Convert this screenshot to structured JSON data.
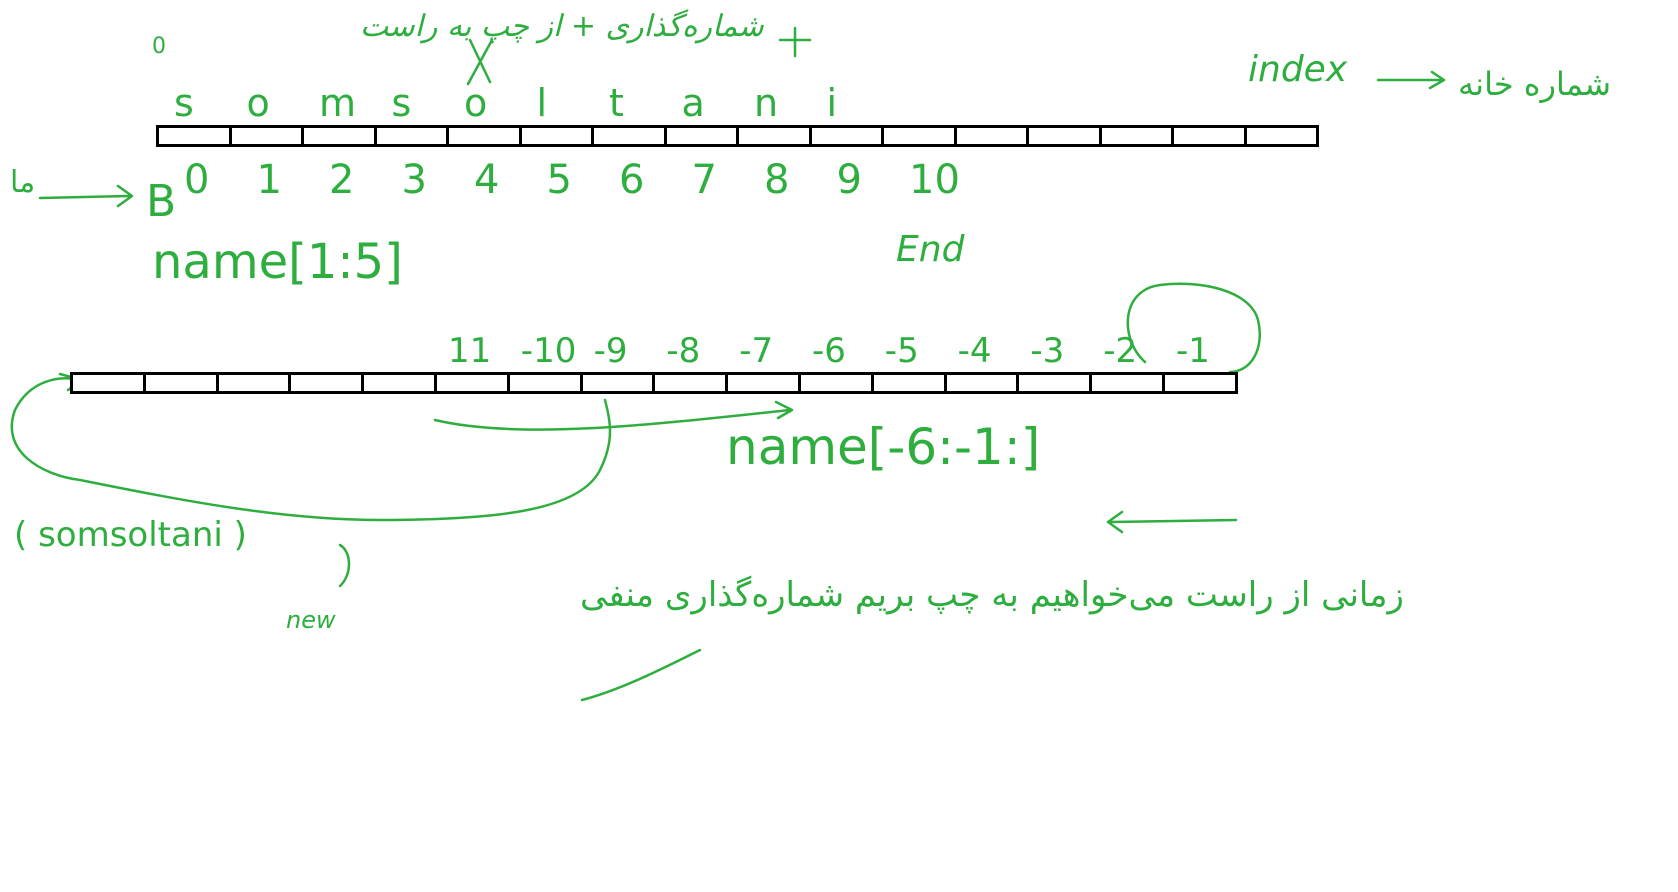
{
  "top_row": {
    "letters": [
      "s",
      "o",
      "m",
      "s",
      "o",
      "l",
      "t",
      "a",
      "n",
      "i"
    ],
    "indices": [
      "0",
      "1",
      "2",
      "3",
      "4",
      "5",
      "6",
      "7",
      "8",
      "9",
      "10"
    ],
    "cell_count": 16,
    "start_mark": "B",
    "zero_label": "0",
    "end_label": "End",
    "slice_expr": "name[1:5]",
    "cross_mark": "X",
    "plus_mark": "+",
    "index_word": "index",
    "persian_index_label": "شماره خانه",
    "persian_top_note": "شماره‌گذاری + از چپ به راست",
    "persian_left_label": "ما"
  },
  "bottom_row": {
    "cell_count": 16,
    "neg_indices": [
      "11",
      "-10",
      "-9",
      "-8",
      "-7",
      "-6",
      "-5",
      "-4",
      "-3",
      "-2",
      "-1"
    ],
    "slice_expr": "name[-6:-1:]",
    "output_text": "( somsoltani )",
    "new_label": "new",
    "persian_note": "زمانی از راست می‌خواهیم به چپ بریم شماره‌گذاری منفی"
  },
  "colors": {
    "ink": "#2fae40",
    "grid": "#000000",
    "background": "#ffffff"
  }
}
